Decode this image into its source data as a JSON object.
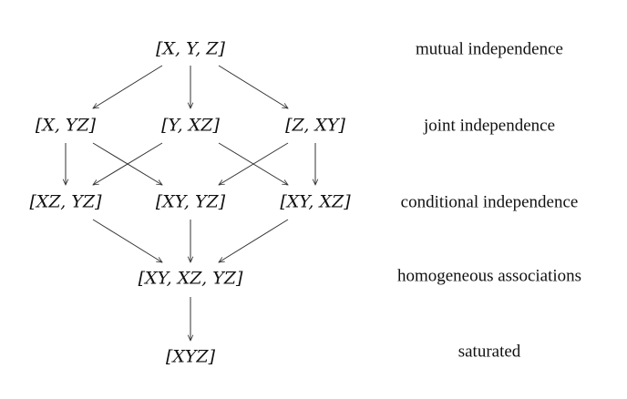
{
  "diagram": {
    "nodes": {
      "mutual": "[X, Y, Z]",
      "joint_x_yz": "[X, YZ]",
      "joint_y_xz": "[Y, XZ]",
      "joint_z_xy": "[Z, XY]",
      "cond_xz_yz": "[XZ, YZ]",
      "cond_xy_yz": "[XY, YZ]",
      "cond_xy_xz": "[XY, XZ]",
      "homog": "[XY, XZ, YZ]",
      "saturated": "[XYZ]"
    },
    "levels": {
      "mutual": "mutual independence",
      "joint": "joint independence",
      "conditional": "conditional independence",
      "homogeneous": "homogeneous associations",
      "saturated": "saturated"
    },
    "edge_color": "#333333",
    "text_color": "#111111"
  }
}
